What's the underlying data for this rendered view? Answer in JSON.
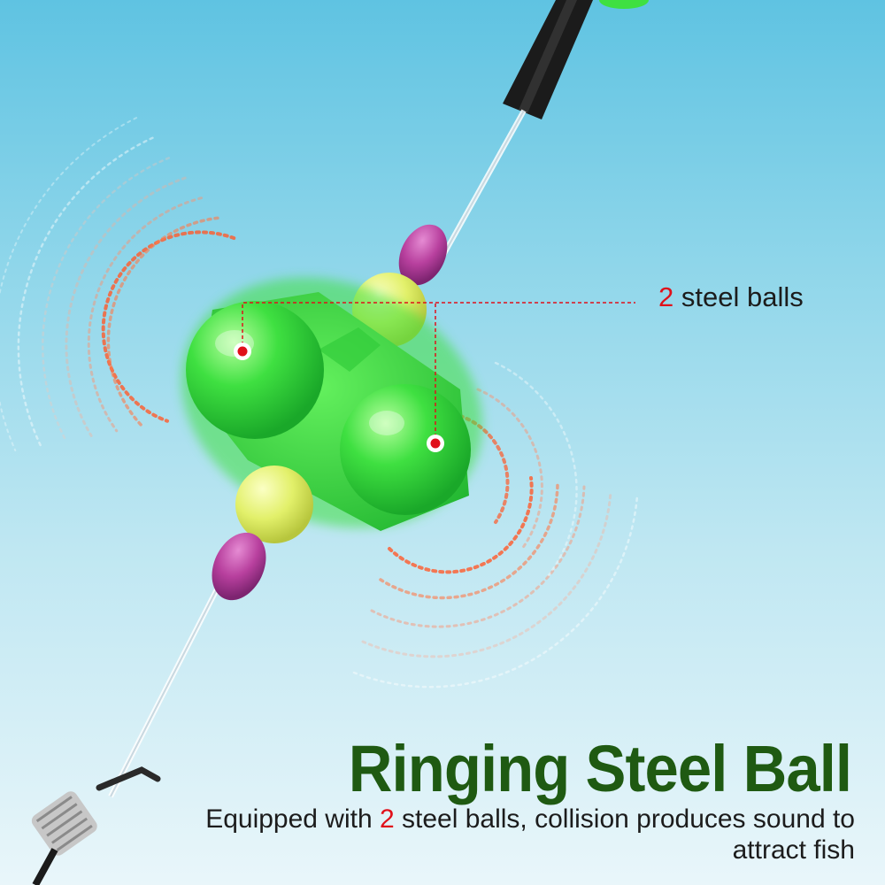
{
  "callout": {
    "number": "2",
    "text": " steel balls"
  },
  "title": "Ringing Steel Ball",
  "subtitle": {
    "before": "Equipped with ",
    "number": "2",
    "after": " steel balls, collision produces sound to attract fish"
  },
  "colors": {
    "background_top": "#5fc3e2",
    "background_bottom": "#e9f6fa",
    "body_green": "#3fe041",
    "bead_purple": "#b8409e",
    "bead_yellow": "#e2f06a",
    "sound_wave": "#ff5a2a",
    "marker_red": "#e0101a",
    "title_green": "#1f5a12"
  },
  "icons": [
    "steel-ball-marker-icon",
    "sound-wave-icon",
    "fishing-line-icon"
  ]
}
